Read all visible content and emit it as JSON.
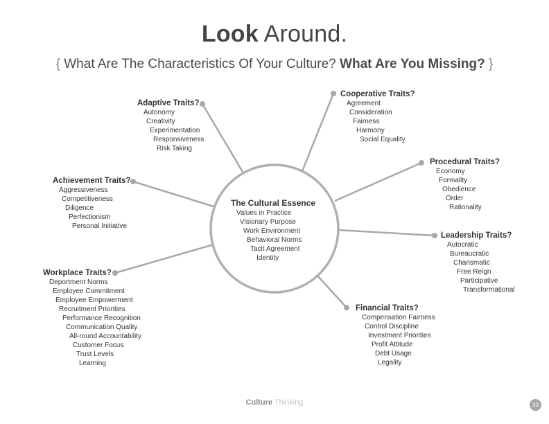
{
  "title": {
    "bold": "Look",
    "light": "Around."
  },
  "subtitle": {
    "open_brace": "{",
    "question": "What Are The Characteristics Of Your Culture?",
    "emphasis": "What Are You Missing?",
    "close_brace": "}"
  },
  "center": {
    "title": "The Cultural Essence",
    "items": [
      "Values in Practice",
      "Visionary Purpose",
      "Work Environment",
      "Behavioral Norms",
      "Tacit Agreement",
      "Identity"
    ]
  },
  "groups": {
    "adaptive": {
      "title": "Adaptive Traits?",
      "items": [
        "Autonomy",
        "Creativity",
        "Experimentation",
        "Responsiveness",
        "Risk Taking"
      ]
    },
    "cooperative": {
      "title": "Cooperative Traits?",
      "items": [
        "Agreement",
        "Consideration",
        "Fairness",
        "Harmony",
        "Social Equality"
      ]
    },
    "procedural": {
      "title": "Procedural Traits?",
      "items": [
        "Economy",
        "Formality",
        "Obedience",
        "Order",
        "Rationality"
      ]
    },
    "achievement": {
      "title": "Achievement Traits?",
      "items": [
        "Aggressiveness",
        "Competitiveness",
        "Diligence",
        "Perfectionism",
        "Personal Initiative"
      ]
    },
    "leadership": {
      "title": "Leadership Traits?",
      "items": [
        "Autocratic",
        "Bureaucratic",
        "Charismatic",
        "Free Reign",
        "Participative",
        "Transformational"
      ]
    },
    "workplace": {
      "title": "Workplace Traits?",
      "items": [
        "Deportment Norms",
        "Employee Commitment",
        "Employee Empowerment",
        "Recruitment Priorities",
        "Performance Recognition",
        "Communication Quality",
        "All-round Accountability",
        "Customer Focus",
        "Trust Levels",
        "Learning"
      ]
    },
    "financial": {
      "title": "Financial Traits?",
      "items": [
        "Compensation Fairness",
        "Control Discipline",
        "Investment Priorities",
        "Profit Attitude",
        "Debt Usage",
        "Legality"
      ]
    }
  },
  "footer": {
    "brand_bold": "Culture",
    "brand_light": "Thinking",
    "page": "30"
  },
  "colors": {
    "line": "#a8a8a8",
    "circle": "#b0b0b0",
    "text": "#333333"
  }
}
